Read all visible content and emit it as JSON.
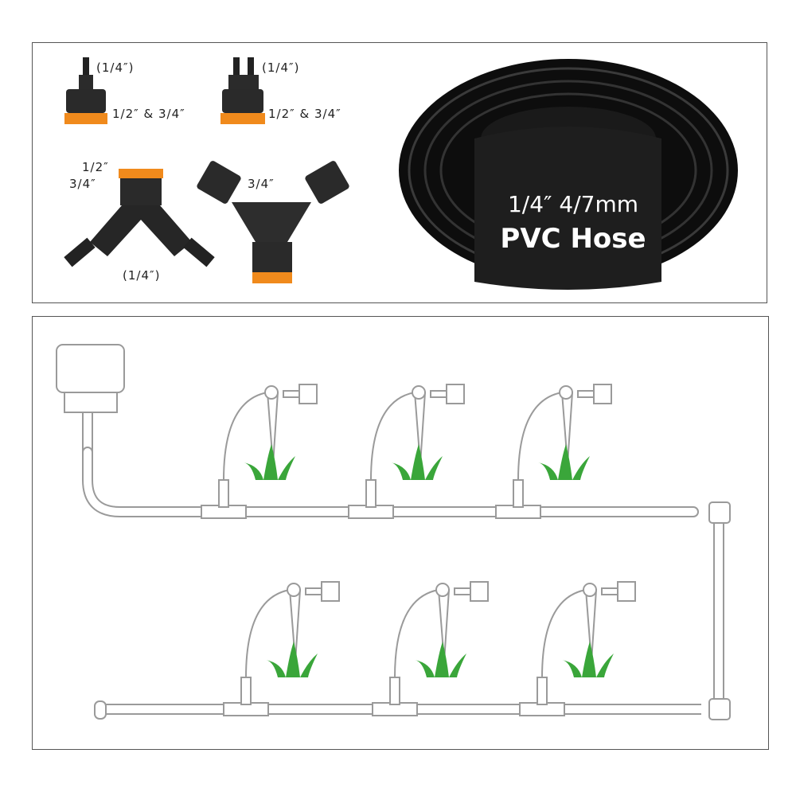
{
  "top": {
    "single_outlet": {
      "barb_label": "(1/4″)",
      "thread_label": "1/2″ & 3/4″"
    },
    "double_outlet": {
      "barb_label": "(1/4″)",
      "thread_label": "1/2″ & 3/4″"
    },
    "y_left": {
      "thread_label_1": "1/2″",
      "thread_label_2": "3/4″",
      "barb_label": "(1/4″)"
    },
    "y_right": {
      "thread_label": "3/4″"
    },
    "hose_coil": {
      "line1": "1/4″ 4/7mm",
      "line2": "PVC Hose"
    }
  },
  "colors": {
    "orange": "#f08a1c",
    "fitting": "#2a2a2a",
    "hose": "#111111",
    "grass": "#3aa63a",
    "outline": "#9a9a9a"
  },
  "icons": [
    "faucet-adapter-icon",
    "dripper-stake-icon",
    "tee-connector-icon",
    "elbow-connector-icon",
    "end-plug-icon",
    "grass-icon"
  ]
}
